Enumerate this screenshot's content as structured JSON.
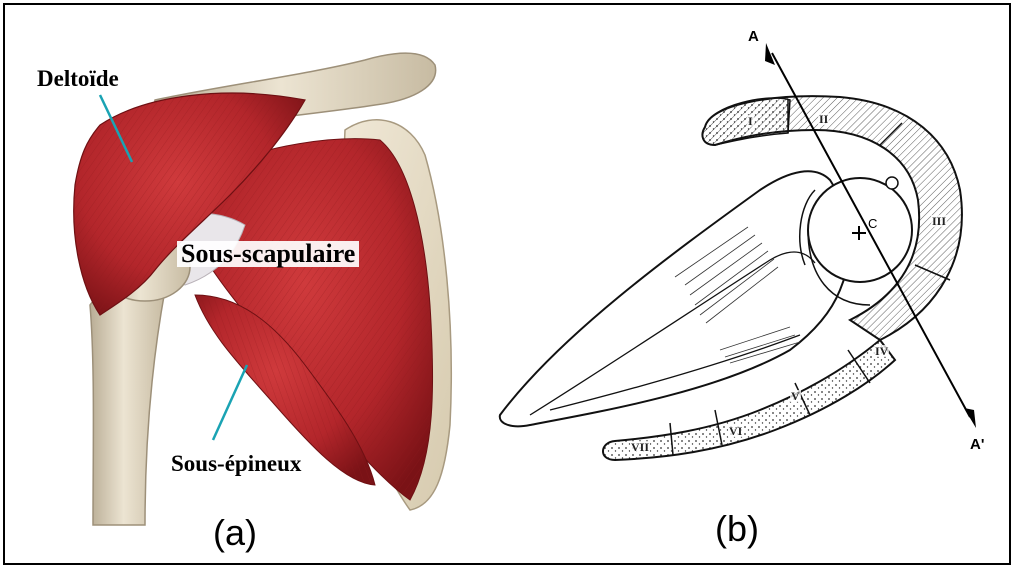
{
  "panel_a": {
    "caption": "(a)",
    "labels": {
      "deltoid": "Deltoïde",
      "subscapularis": "Sous-scapulaire",
      "infraspinatus": "Sous-épineux"
    },
    "colors": {
      "muscle": "#b3262b",
      "muscle_dark": "#7a1216",
      "bone": "#e6dcc6",
      "pointer": "#1aa3b3"
    }
  },
  "panel_b": {
    "caption": "(b)",
    "center": "C",
    "axis": {
      "start": "A",
      "end": "A'"
    },
    "segments": [
      "I",
      "II",
      "III",
      "IV",
      "V",
      "VI",
      "VII"
    ]
  }
}
